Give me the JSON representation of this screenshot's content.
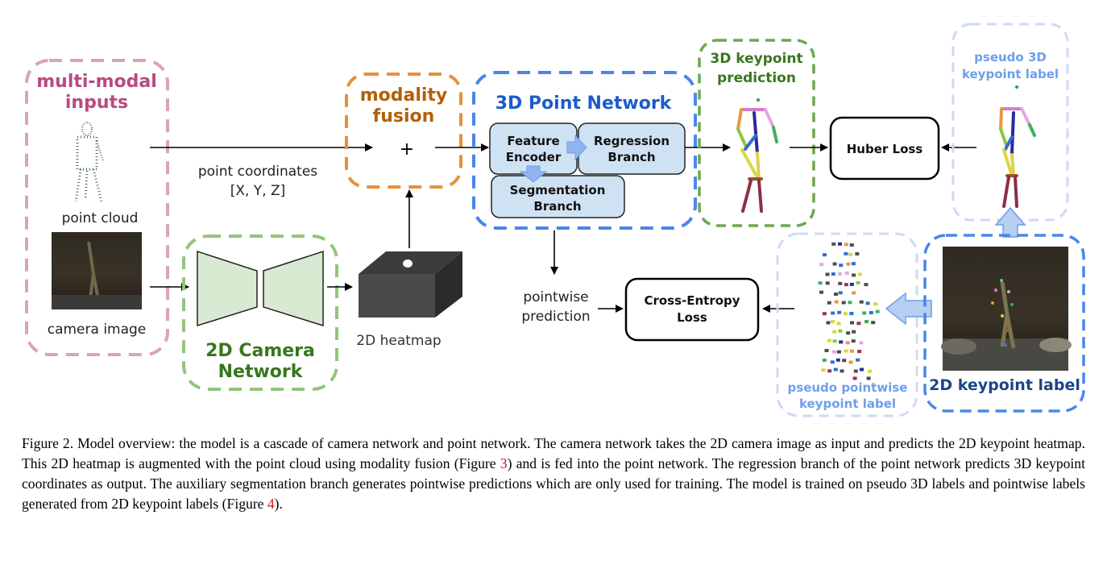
{
  "diagram": {
    "inputs": {
      "title_line1": "multi-modal",
      "title_line2": "inputs",
      "point_cloud_label": "point cloud",
      "camera_image_label": "camera image"
    },
    "point_coordinates": {
      "line1": "point coordinates",
      "line2": "[X, Y, Z]"
    },
    "camera_network": {
      "line1": "2D Camera",
      "line2": "Network"
    },
    "heatmap_label": "2D heatmap",
    "modality_fusion": {
      "line1": "modality",
      "line2": "fusion",
      "operator": "+"
    },
    "point_network": {
      "title": "3D Point Network",
      "feature_encoder": {
        "line1": "Feature",
        "line2": "Encoder"
      },
      "regression_branch": {
        "line1": "Regression",
        "line2": "Branch"
      },
      "segmentation_branch": {
        "line1": "Segmentation",
        "line2": "Branch"
      }
    },
    "keypoint_prediction": {
      "line1": "3D keypoint",
      "line2": "prediction"
    },
    "huber_loss": "Huber Loss",
    "pseudo_3d_label": {
      "line1": "pseudo 3D",
      "line2": "keypoint label"
    },
    "pointwise_prediction": {
      "line1": "pointwise",
      "line2": "prediction"
    },
    "cross_entropy_loss": {
      "line1": "Cross-Entropy",
      "line2": "Loss"
    },
    "pseudo_pointwise_label": {
      "line1": "pseudo pointwise",
      "line2": "keypoint label"
    },
    "keypoint_2d_label": "2D keypoint label"
  },
  "caption": {
    "part1": "Figure 2. Model overview: the model is a cascade of camera network and point network. The camera network takes the 2D camera image as input and predicts the 2D keypoint heatmap. This 2D heatmap is augmented with the point cloud using modality fusion (Figure ",
    "ref1": "3",
    "part2": ") and is fed into the point network. The regression branch of the point network predicts 3D keypoint coordinates as output. The auxiliary segmentation branch generates pointwise predictions which are only used for training. The model is trained on pseudo 3D labels and pointwise labels generated from 2D keypoint labels (Figure ",
    "ref2": "4",
    "part3": ")."
  },
  "colors": {
    "inputs_border": "#d9a3bd",
    "inputs_title": "#b84a7f",
    "camera_border": "#93c47d",
    "camera_title": "#38761d",
    "fusion": "#e69138",
    "fusion_title": "#b45f06",
    "point_network": "#4a86e8",
    "point_network_title": "#1c5cc9",
    "block_fill": "#cfe2f3",
    "keypoint_pred": "#6aa84f",
    "pseudo_border": "#b7cff0",
    "pseudo_text": "#6d9eeb",
    "label_2d_border": "#4a86e8",
    "label_2d_text": "#1c4587"
  }
}
